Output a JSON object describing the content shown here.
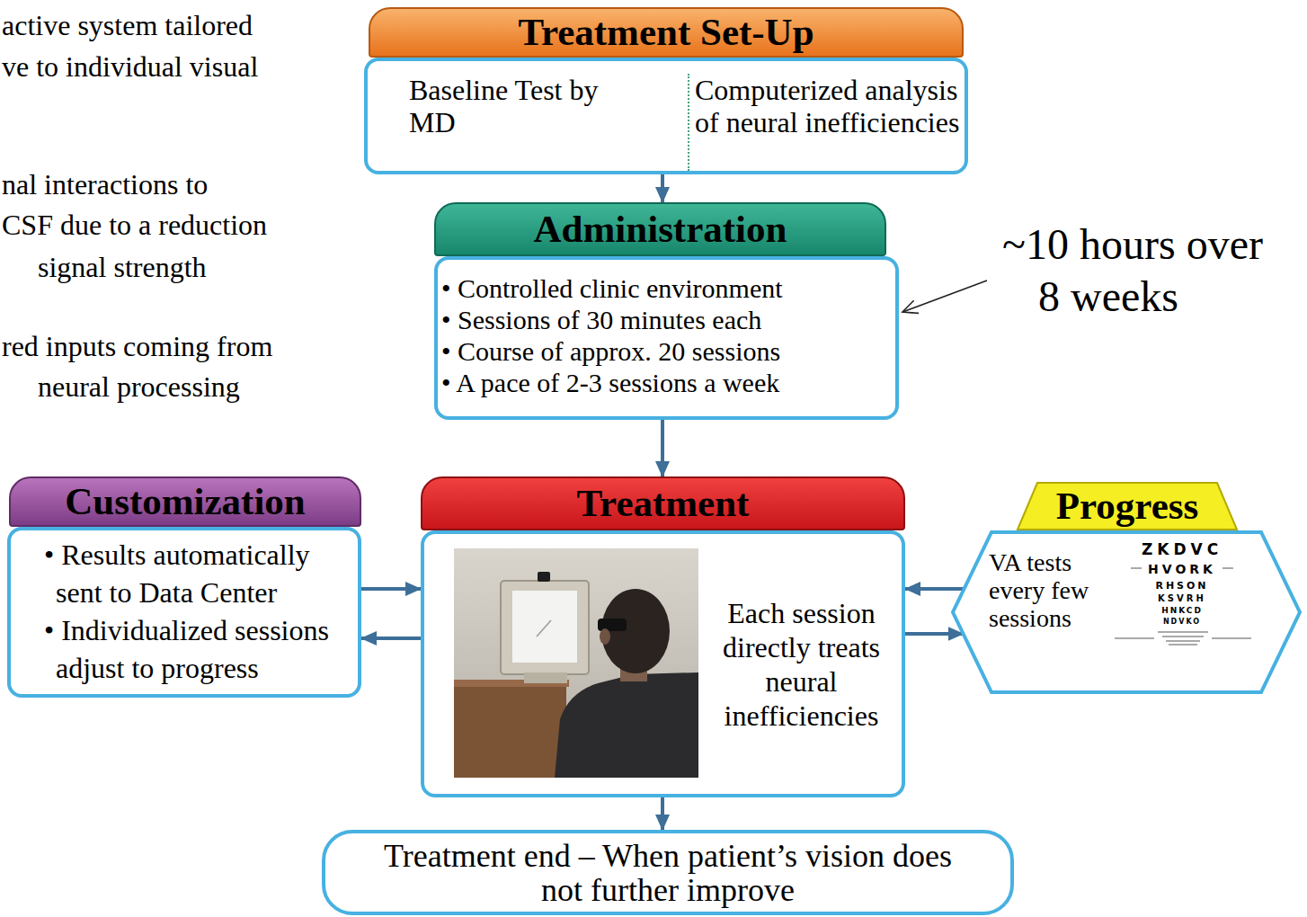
{
  "diagram": {
    "nodes": [
      {
        "text": [
          "Treatment Set-Up",
          "Baseline Test by MD",
          "Computerized analysis of neural inefficiencies"
        ]
      },
      {
        "text": [
          "Administration",
          "• Controlled clinic environment",
          "• Sessions of 30 minutes each",
          "• Course of approx. 20 sessions",
          "• A pace of 2-3 sessions a week"
        ]
      },
      {
        "text": [
          "Customization",
          "• Results automatically sent to Data Center",
          "• Individualized sessions adjust to progress"
        ]
      },
      {
        "text": [
          "Treatment",
          "Each session directly treats neural inefficiencies"
        ]
      },
      {
        "text": [
          "Progress",
          "VA tests every few sessions"
        ]
      },
      {
        "text": [
          "Treatment end – When patient’s vision does not further improve"
        ]
      }
    ],
    "edges": [
      {
        "from": 0,
        "to": 1,
        "arrow": "to"
      },
      {
        "from": 1,
        "to": 3,
        "arrow": "to"
      },
      {
        "from": 2,
        "to": 3,
        "arrow": "to"
      },
      {
        "from": 3,
        "to": 2,
        "arrow": "to"
      },
      {
        "from": 4,
        "to": 3,
        "arrow": "to"
      },
      {
        "from": 3,
        "to": 4,
        "arrow": "to"
      },
      {
        "from": 3,
        "to": 5,
        "arrow": "to"
      }
    ],
    "labels": [
      "active system tailored",
      "ve to individual visual",
      "nal interactions to",
      "CSF due to a reduction",
      "signal strength",
      "red inputs coming from",
      "neural processing",
      "~10 hours over 8 weeks",
      "ZKDVC",
      "HVORK",
      "RHSON",
      "KSVRH",
      "HNKCD",
      "NDVKO"
    ]
  }
}
